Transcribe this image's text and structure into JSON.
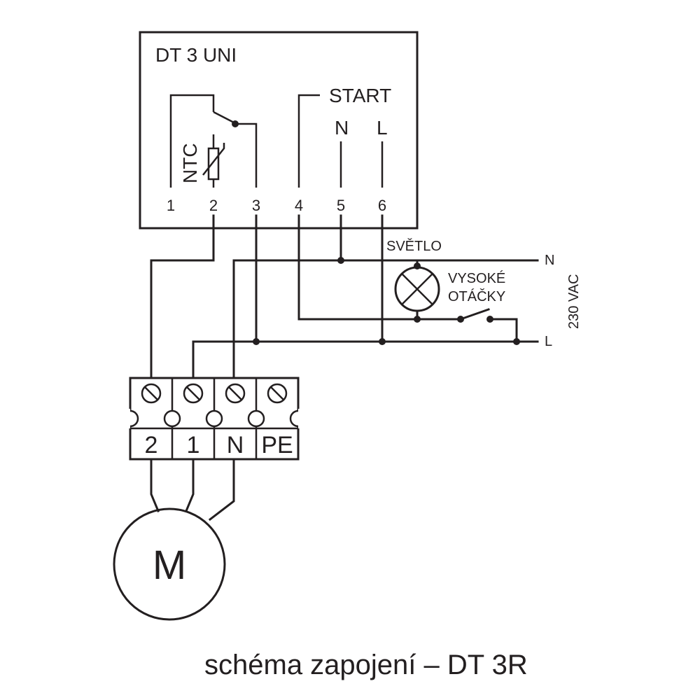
{
  "controller": {
    "name": "DT 3 UNI",
    "sensor_label": "NTC",
    "start_label": "START",
    "start_n": "N",
    "start_l": "L",
    "pins": [
      "1",
      "2",
      "3",
      "4",
      "5",
      "6"
    ]
  },
  "supply": {
    "n_label": "N",
    "l_label": "L",
    "voltage": "230 VAC"
  },
  "lamp_label": "SVĚTLO",
  "switch_label_line1": "VYSOKÉ",
  "switch_label_line2": "OTÁČKY",
  "terminal_block": [
    "2",
    "1",
    "N",
    "PE"
  ],
  "motor_label": "M",
  "caption": "schéma zapojení – DT 3R"
}
